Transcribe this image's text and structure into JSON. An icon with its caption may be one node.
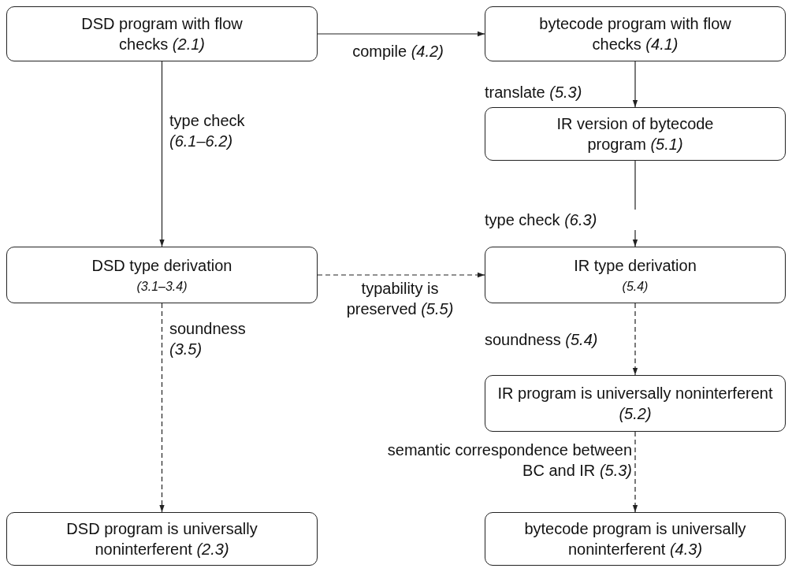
{
  "diagram": {
    "nodes": [
      {
        "text": [
          "DSD program with flow checks *(2.1)*"
        ]
      },
      {
        "text": [
          "bytecode program with flow checks *(4.1)*"
        ]
      },
      {
        "text": [
          "IR version of bytecode program *(5.1)*"
        ]
      },
      {
        "text": [
          "DSD type derivation",
          "(3.1–3.4)"
        ]
      },
      {
        "text": [
          "IR type derivation",
          "(5.4)"
        ]
      },
      {
        "text": [
          "IR program is universally noninterferent *(5.2)*"
        ]
      },
      {
        "text": [
          "DSD program is universally noninterferent *(2.3)*"
        ]
      },
      {
        "text": [
          "bytecode program is universally noninterferent *(4.3)*"
        ]
      }
    ],
    "edges": [
      {
        "from": 0,
        "to": 1,
        "arrow": "to",
        "label": "compile *(4.2)*"
      },
      {
        "from": 1,
        "to": 2,
        "arrow": "to",
        "label": "translate *(5.3)*"
      },
      {
        "from": 0,
        "to": 3,
        "arrow": "to",
        "label": "type check *(6.1–6.2)*"
      },
      {
        "from": 2,
        "to": 4,
        "arrow": "to",
        "label": "type check *(6.3)*"
      },
      {
        "from": 3,
        "to": 4,
        "arrow": "to",
        "style": "dashed",
        "label": "typability is preserved *(5.5)*"
      },
      {
        "from": 3,
        "to": 6,
        "arrow": "to",
        "style": "dashed",
        "label": "soundness *(3.5)*"
      },
      {
        "from": 4,
        "to": 5,
        "arrow": "to",
        "style": "dashed",
        "label": "soundness *(5.4)*"
      },
      {
        "from": 5,
        "to": 7,
        "arrow": "to",
        "style": "dashed",
        "label": "semantic correspondence between BC and IR *(5.3)*"
      }
    ]
  }
}
